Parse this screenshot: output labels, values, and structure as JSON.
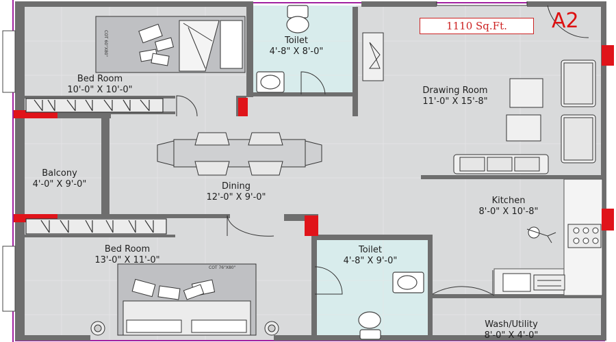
{
  "plan": {
    "area": "1110 Sq.Ft.",
    "unit": "A2",
    "cot_labels": {
      "bed1": "COT 60\"X80\"",
      "bed2": "COT 76\"X80\""
    },
    "colors": {
      "wall": "#6e6e6e",
      "floor": "#d9dadb",
      "bath_floor": "#d8ecec",
      "window": "#e0141a",
      "exterior_wall": "#a020a0"
    }
  },
  "rooms": [
    {
      "id": "bed1",
      "name": "Bed Room",
      "dims": "10'-0\" X 10'-0\""
    },
    {
      "id": "toilet1",
      "name": "Toilet",
      "dims": "4'-8\" X 8'-0\""
    },
    {
      "id": "drawing",
      "name": "Drawing Room",
      "dims": "11'-0\" X 15'-8\""
    },
    {
      "id": "balcony",
      "name": "Balcony",
      "dims": "4'-0\" X 9'-0\""
    },
    {
      "id": "dining",
      "name": "Dining",
      "dims": "12'-0\" X 9'-0\""
    },
    {
      "id": "kitchen",
      "name": "Kitchen",
      "dims": "8'-0\" X 10'-8\""
    },
    {
      "id": "bed2",
      "name": "Bed Room",
      "dims": "13'-0\" X 11'-0\""
    },
    {
      "id": "toilet2",
      "name": "Toilet",
      "dims": "4'-8\" X 9'-0\""
    },
    {
      "id": "wash",
      "name": "Wash/Utility",
      "dims": "8'-0\" X 4'-0\""
    }
  ]
}
